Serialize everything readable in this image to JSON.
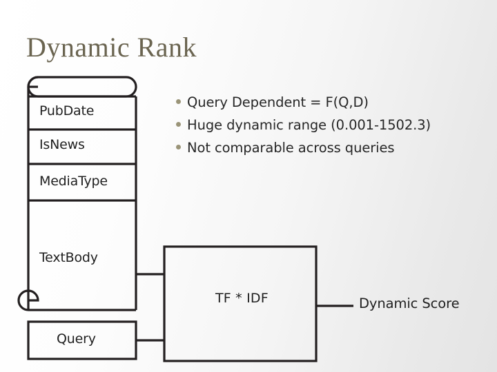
{
  "slide": {
    "title": "Dynamic Rank",
    "background_start": "#ffffff",
    "background_end": "#e4e4e4",
    "title_color": "#6a6450",
    "bullet_color": "#9a9478",
    "stroke_color": "#231f20"
  },
  "bullets": [
    {
      "text": "Query Dependent = F(Q,D)"
    },
    {
      "text": "Huge dynamic range (0.001-1502.3)"
    },
    {
      "text": "Not comparable across queries"
    }
  ],
  "diagram": {
    "document_fields": [
      {
        "label": "PubDate"
      },
      {
        "label": "IsNews"
      },
      {
        "label": "MediaType"
      },
      {
        "label": "TextBody"
      }
    ],
    "query_box": {
      "label": "Query"
    },
    "process_box": {
      "label": "TF * IDF"
    },
    "output": {
      "label": "Dynamic Score"
    }
  }
}
